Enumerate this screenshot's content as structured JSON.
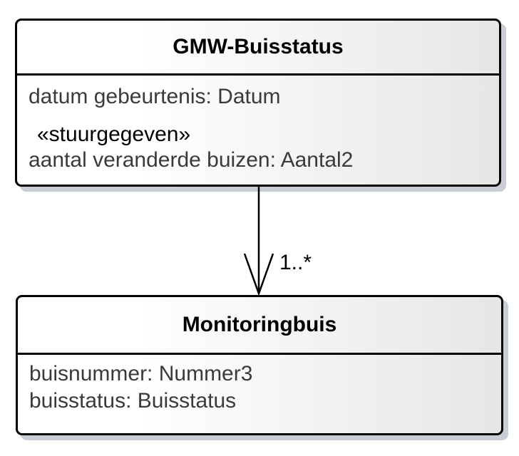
{
  "diagram": {
    "classes": [
      {
        "name": "GMW-Buisstatus",
        "attributes": [
          "datum gebeurtenis: Datum",
          "aantal veranderde buizen: Aantal2"
        ],
        "stereotype": "«stuurgegeven»"
      },
      {
        "name": "Monitoringbuis",
        "attributes": [
          "buisnummer: Nummer3",
          "buisstatus: Buisstatus"
        ]
      }
    ],
    "association": {
      "multiplicity": "1..*",
      "direction": "GMW-Buisstatus to Monitoringbuis",
      "arrowhead": "open"
    },
    "colors": {
      "background": "#ffffff",
      "box_border": "#000000",
      "box_fill_start": "#ffffff",
      "box_fill_end": "#e6e6e6",
      "box_shadow": "#c9cdd6",
      "title_text": "#000000",
      "attribute_text": "#3a3a3a",
      "stereotype_text": "#000000",
      "multiplicity_text": "#000000"
    }
  }
}
